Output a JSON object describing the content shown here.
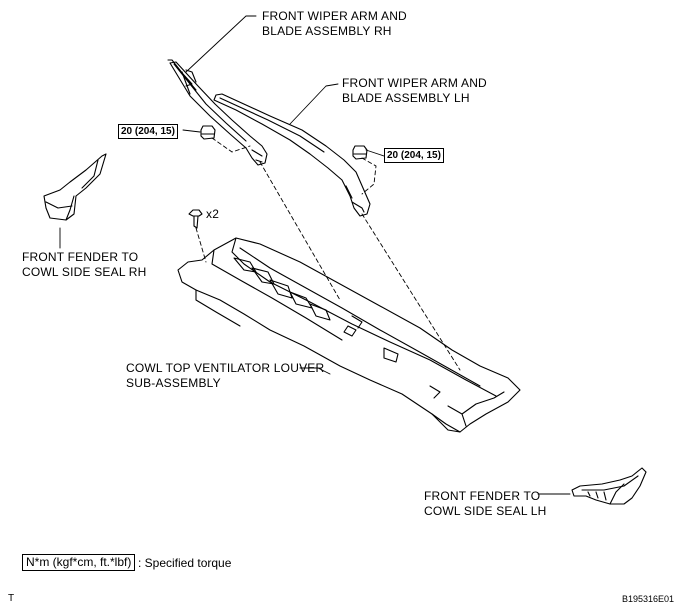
{
  "labels": {
    "wiper_rh": "FRONT WIPER ARM AND\nBLADE ASSEMBLY RH",
    "wiper_lh": "FRONT WIPER ARM AND\nBLADE ASSEMBLY LH",
    "seal_rh": "FRONT FENDER TO\nCOWL SIDE SEAL RH",
    "louver": "COWL TOP VENTILATOR LOUVER\nSUB-ASSEMBLY",
    "seal_lh": "FRONT FENDER TO\nCOWL SIDE SEAL LH"
  },
  "torque": {
    "left": "20 (204, 15)",
    "right": "20 (204, 15)"
  },
  "clip_qty": "x2",
  "legend": {
    "unit": "N*m (kgf*cm, ft.*lbf)",
    "text": ": Specified torque"
  },
  "footer": {
    "left_mark": "T",
    "figure_id": "B195316E01"
  }
}
